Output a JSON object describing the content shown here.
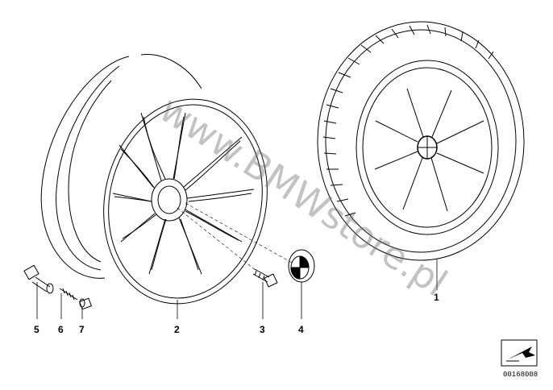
{
  "watermark": "www.BMWstore.pl",
  "callouts": [
    {
      "id": "5",
      "label": "5"
    },
    {
      "id": "6",
      "label": "6"
    },
    {
      "id": "7",
      "label": "7"
    },
    {
      "id": "2",
      "label": "2"
    },
    {
      "id": "3",
      "label": "3"
    },
    {
      "id": "4",
      "label": "4"
    },
    {
      "id": "1",
      "label": "1"
    }
  ],
  "drawing_number": "00168008",
  "colors": {
    "line": "#000000",
    "watermark": "#8a8a8a"
  }
}
